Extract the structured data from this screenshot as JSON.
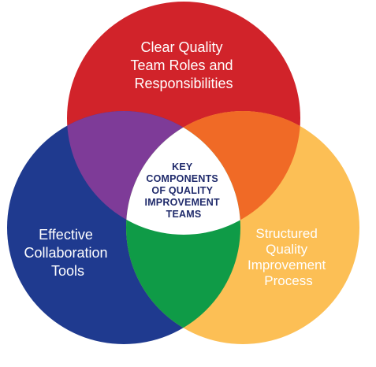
{
  "diagram": {
    "center": {
      "lines": [
        "KEY",
        "COMPONENTS",
        "OF QUALITY",
        "IMPROVEMENT",
        "TEAMS"
      ]
    },
    "sets": [
      {
        "id": "roles",
        "lines": [
          "Clear Quality",
          "Team Roles and",
          "Responsibilities"
        ],
        "color": "#d1232a"
      },
      {
        "id": "tools",
        "lines": [
          "Effective",
          "Collaboration",
          "Tools"
        ],
        "color": "#1f3a8f"
      },
      {
        "id": "process",
        "lines": [
          "Structured",
          "Quality",
          "Improvement",
          "Process"
        ],
        "color": "#fcbf55"
      }
    ],
    "overlap_colors": {
      "roles_tools": "#7e3b98",
      "roles_process": "#f06a26",
      "tools_process": "#0f9b47",
      "all": "#ffffff"
    }
  }
}
